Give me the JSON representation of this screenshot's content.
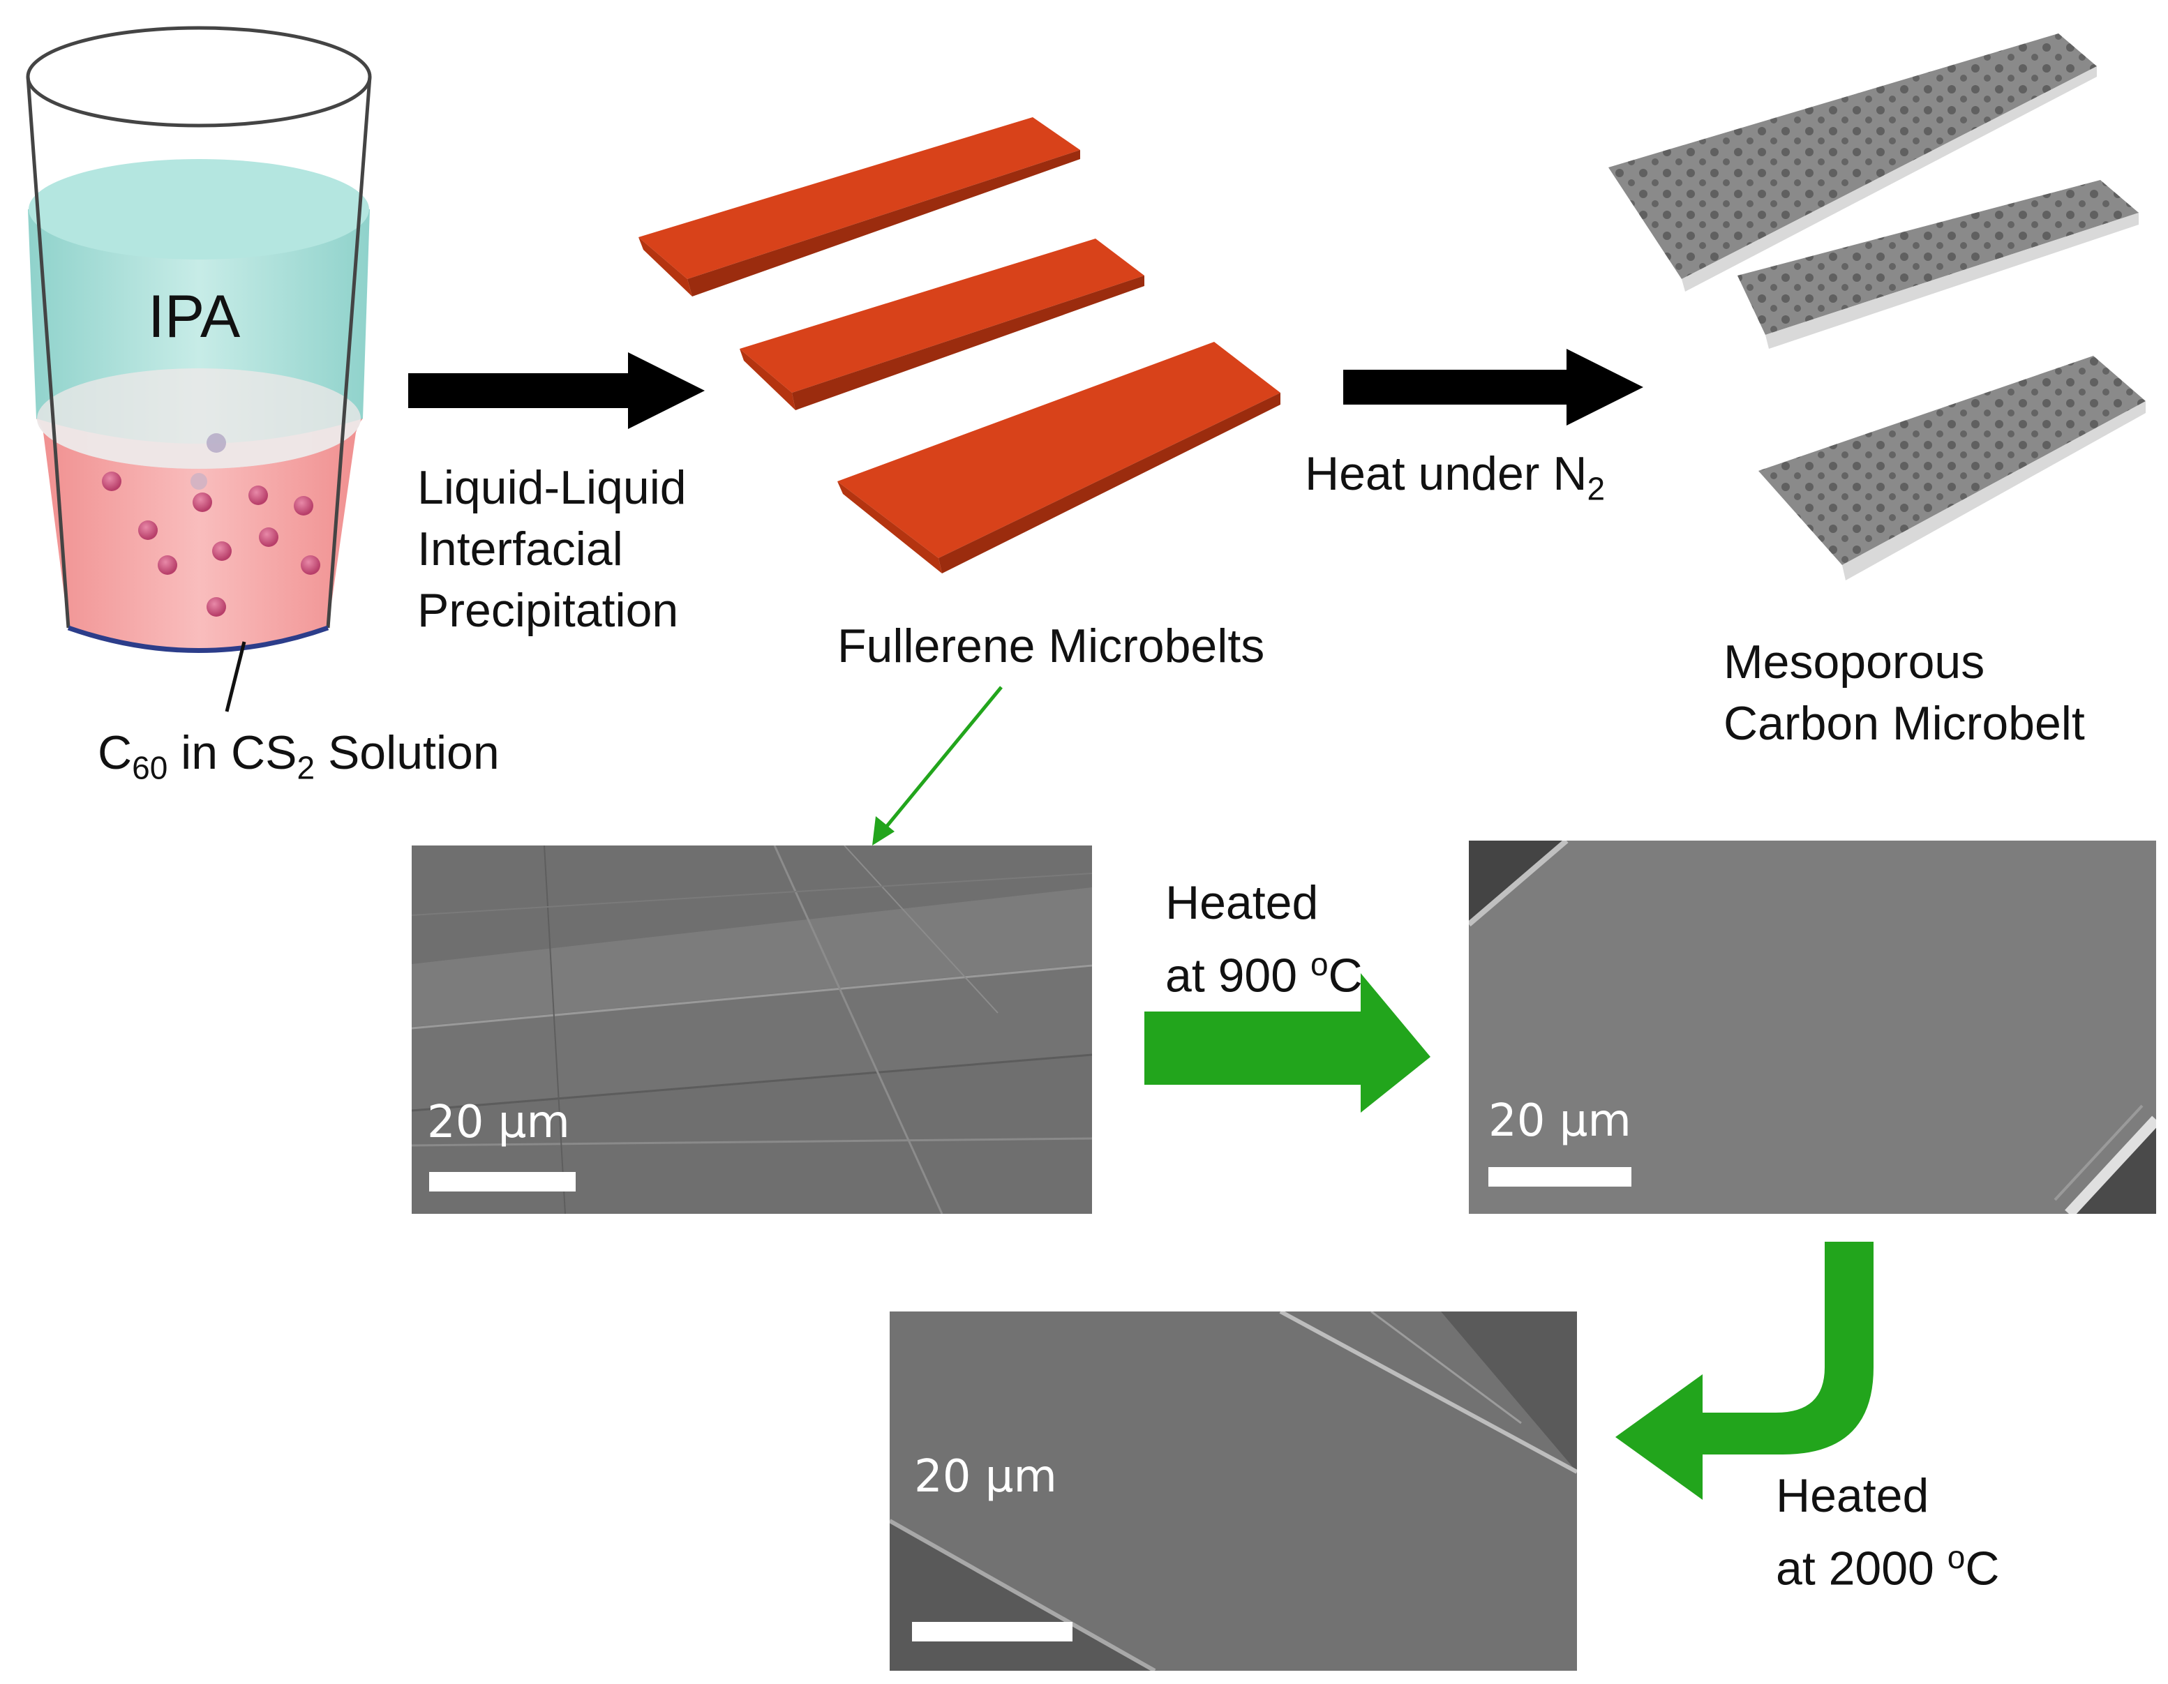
{
  "beaker": {
    "upper_liquid_label": "IPA",
    "solution_label_parts": [
      "C",
      "60",
      " in CS",
      "2",
      " Solution"
    ]
  },
  "steps": {
    "step1_lines": [
      "Liquid-Liquid",
      "Interfacial",
      "Precipitation"
    ],
    "product1_label": "Fullerene Microbelts",
    "step2_parts": [
      "Heat under N",
      "2"
    ],
    "product2_lines": [
      "Mesoporous",
      "Carbon Microbelt"
    ]
  },
  "sem_images": [
    {
      "scale_label": "20 µm"
    },
    {
      "scale_label": "20 µm"
    },
    {
      "scale_label": "20 µm"
    }
  ],
  "heating": {
    "first_lines": [
      "Heated",
      "at 900 "
    ],
    "first_sup": "o",
    "first_unit": "C",
    "second_lines": [
      "Heated",
      "at 2000 "
    ],
    "second_sup": "o",
    "second_unit": "C"
  },
  "colors": {
    "belt_orange": "#d8421a",
    "green_arrow": "#22a51c",
    "black_arrow": "#000000",
    "ipa_liquid": "#a9ded8",
    "cs2_liquid": "#f3a0a0"
  }
}
